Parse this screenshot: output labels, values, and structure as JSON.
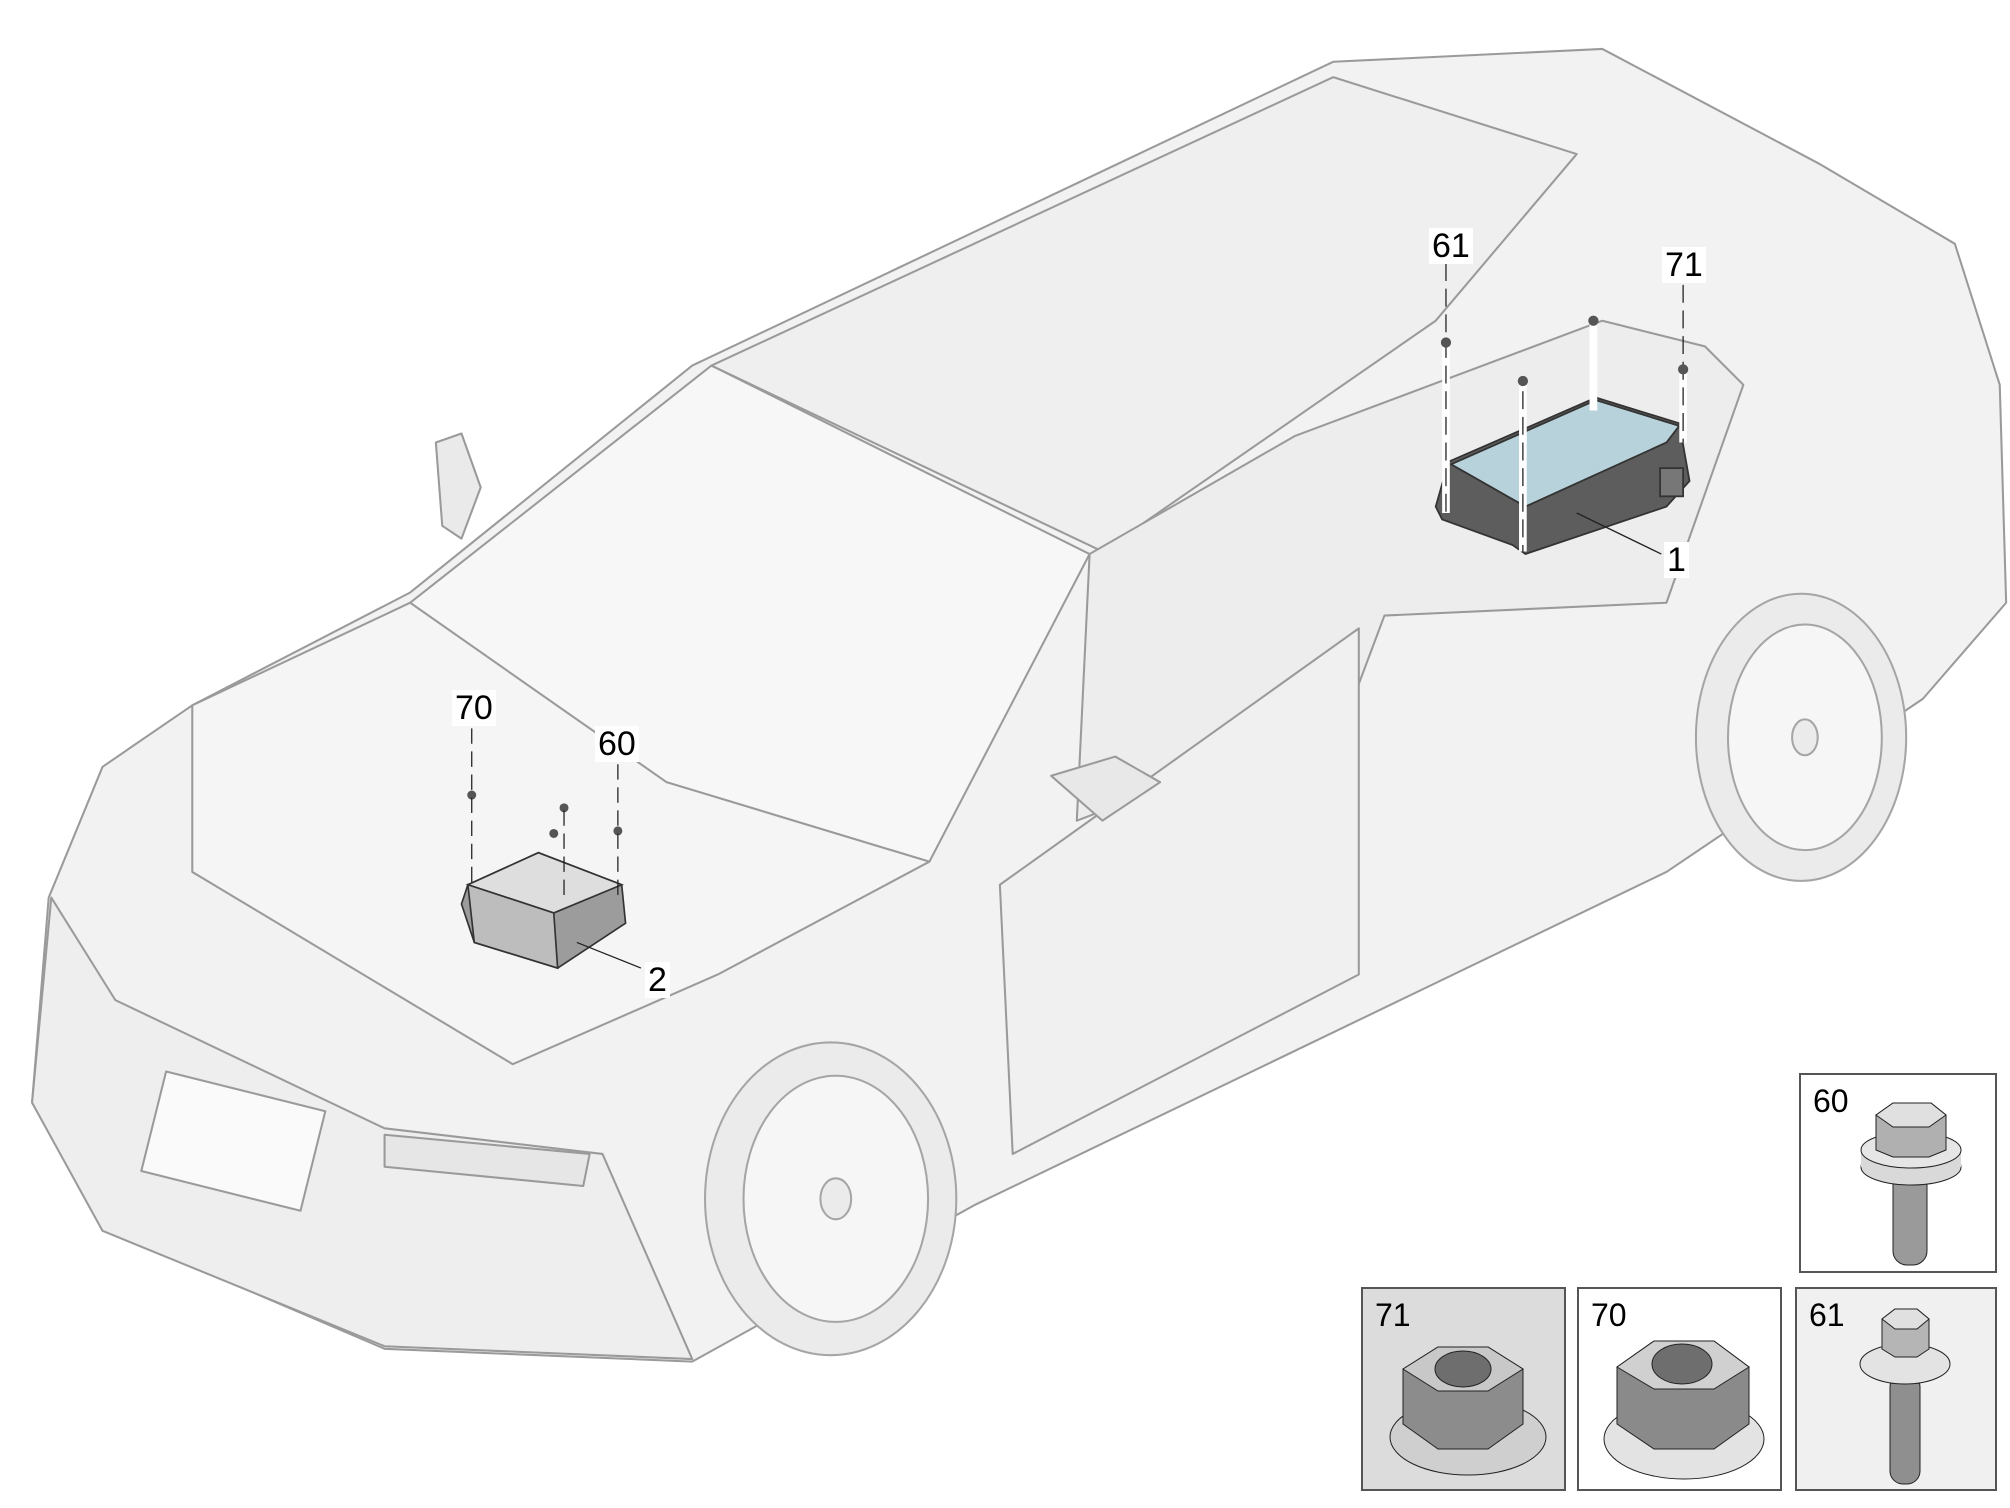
{
  "diagram": {
    "callouts": [
      {
        "id": "1",
        "label": "1"
      },
      {
        "id": "2",
        "label": "2"
      },
      {
        "id": "60",
        "label": "60"
      },
      {
        "id": "61",
        "label": "61"
      },
      {
        "id": "70",
        "label": "70"
      },
      {
        "id": "71",
        "label": "71"
      }
    ],
    "insets": [
      {
        "label": "60",
        "part": "flange-bolt"
      },
      {
        "label": "71",
        "part": "flange-nut"
      },
      {
        "label": "70",
        "part": "flange-nut"
      },
      {
        "label": "61",
        "part": "flange-bolt-long"
      }
    ],
    "colors": {
      "module_1": "#b7d2da",
      "module_2": "#c8c8c8",
      "car_line": "#9a9a9a",
      "car_fill": "#f2f2f2"
    }
  }
}
